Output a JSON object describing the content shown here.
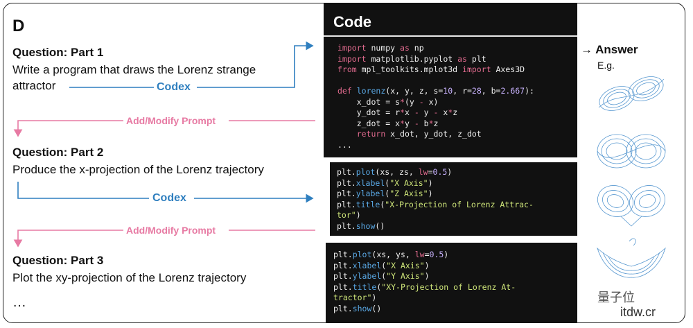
{
  "panel_letter": "D",
  "left": {
    "part1_head": "Question: Part 1",
    "part1_line1": "Write a program that draws the Lorenz strange",
    "part1_line2": "attractor",
    "codex1": "Codex",
    "addmod1": "Add/Modify Prompt",
    "part2_head": "Question: Part 2",
    "part2_body": "Produce the x-projection of the Lorenz trajectory",
    "codex2": "Codex",
    "addmod2": "Add/Modify Prompt",
    "part3_head": "Question: Part 3",
    "part3_body": "Plot the xy-projection of the Lorenz trajectory",
    "ellipsis": "…"
  },
  "code": {
    "title": "Code"
  },
  "right": {
    "answer": "→ Answer",
    "eg": "E.g."
  },
  "watermark": {
    "line1": "量子位",
    "line2": "itdw.cr"
  },
  "colors": {
    "codex_arrow": "#2f7fbf",
    "prompt_arrow": "#e77aa3",
    "code_bg": "#111111",
    "plot_blue": "#3a86c8"
  }
}
